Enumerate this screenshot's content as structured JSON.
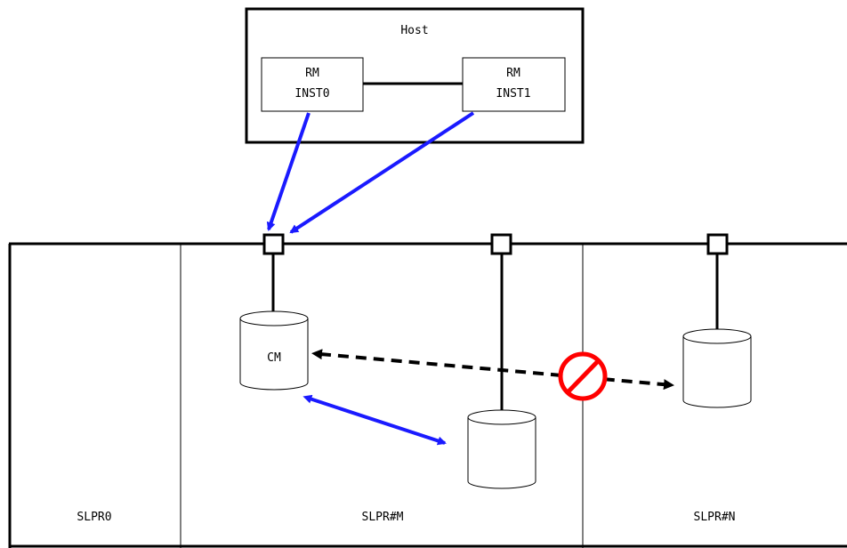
{
  "host": {
    "title": "Host",
    "inst0": {
      "line1": "RM",
      "line2": "INST0"
    },
    "inst1": {
      "line1": "RM",
      "line2": "INST1"
    }
  },
  "partitions": {
    "p0": "SLPR0",
    "pm": "SLPR#M",
    "pn": "SLPR#N"
  },
  "cylinders": {
    "cm_label": "CM"
  },
  "colors": {
    "line": "#000000",
    "blue_arrow": "#1a1aff",
    "prohibit": "#ff0000"
  }
}
